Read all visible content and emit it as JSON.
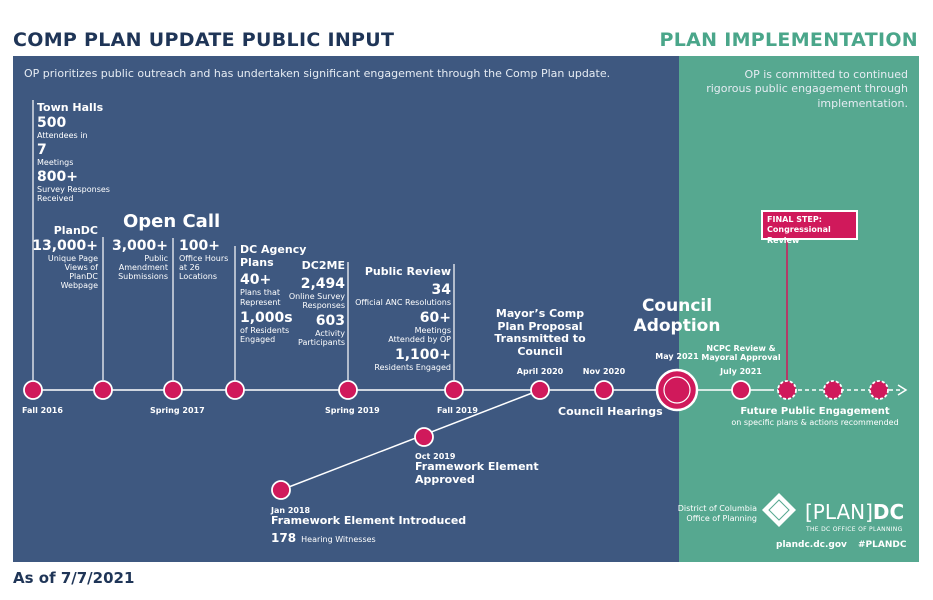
{
  "header": {
    "left_title": "COMP PLAN UPDATE PUBLIC INPUT",
    "right_title": "PLAN IMPLEMENTATION"
  },
  "intro_left": "OP prioritizes public outreach and has undertaken significant engagement through the Comp Plan update.",
  "intro_right": [
    "OP is committed to continued",
    "rigorous public engagement through",
    "implementation."
  ],
  "town_halls": {
    "title": "Town Halls",
    "n1": "500",
    "l1": "Attendees in",
    "n2": "7",
    "l2": "Meetings",
    "n3": "800+",
    "l3a": "Survey Responses",
    "l3b": "Received"
  },
  "plandc": {
    "title": "PlanDC",
    "n": "13,000+",
    "l": [
      "Unique Page",
      "Views of",
      "PlanDC",
      "Webpage"
    ]
  },
  "open_call": {
    "title": "Open Call",
    "n1": "3,000+",
    "l1": [
      "Public",
      "Amendment",
      "Submissions"
    ],
    "n2": "100+",
    "l2": [
      "Office Hours",
      "at 26",
      "Locations"
    ]
  },
  "agency": {
    "title": [
      "DC Agency",
      "Plans"
    ],
    "n1": "40+",
    "l1": [
      "Plans that",
      "Represent"
    ],
    "n2": "1,000s",
    "l2": [
      "of Residents",
      "Engaged"
    ]
  },
  "dc2me": {
    "title": "DC2ME",
    "n1": "2,494",
    "l1": [
      "Online Survey",
      "Responses"
    ],
    "n2": "603",
    "l2": [
      "Activity",
      "Participants"
    ]
  },
  "public_review": {
    "title": "Public Review",
    "n1": "34",
    "l1": "Official ANC Resolutions",
    "n2": "60+",
    "l2": [
      "Meetings",
      "Attended by OP"
    ],
    "n3": "1,100+",
    "l3": "Residents Engaged"
  },
  "mayor": {
    "title": [
      "Mayor’s Comp",
      "Plan Proposal",
      "Transmitted to",
      "Council"
    ],
    "date": "April 2020"
  },
  "council_hearings": {
    "date": "Nov 2020",
    "label": "Council Hearings"
  },
  "council_adoption": {
    "title": [
      "Council",
      "Adoption"
    ],
    "date": "May 2021"
  },
  "ncpc": {
    "label": [
      "NCPC Review &",
      "Mayoral Approval"
    ],
    "date": "July 2021"
  },
  "final_step": {
    "line1": "FINAL STEP:",
    "line2": "Congressional Review"
  },
  "future": {
    "title": "Future Public Engagement",
    "sub": "on specific plans & actions recommended"
  },
  "timeline_labels": {
    "fall2016": "Fall 2016",
    "spring2017": "Spring 2017",
    "spring2019": "Spring 2019",
    "fall2019": "Fall 2019"
  },
  "framework_approved": {
    "date": "Oct 2019",
    "title": [
      "Framework Element",
      "Approved"
    ]
  },
  "framework_intro": {
    "date": "Jan 2018",
    "title": "Framework Element Introduced",
    "n": "178",
    "l": "Hearing Witnesses"
  },
  "footer": {
    "as_of": "As of 7/7/2021",
    "office": [
      "District of Columbia",
      "Office of Planning"
    ],
    "brand_left": "[PLAN]",
    "brand_right": "DC",
    "brand_sub": "THE DC OFFICE OF PLANNING",
    "url": "plandc.dc.gov",
    "hashtag": "#PLANDC"
  },
  "colors": {
    "navy": "#3e5880",
    "teal": "#56a890",
    "magenta": "#d0195b",
    "header_navy": "#1f3557"
  }
}
